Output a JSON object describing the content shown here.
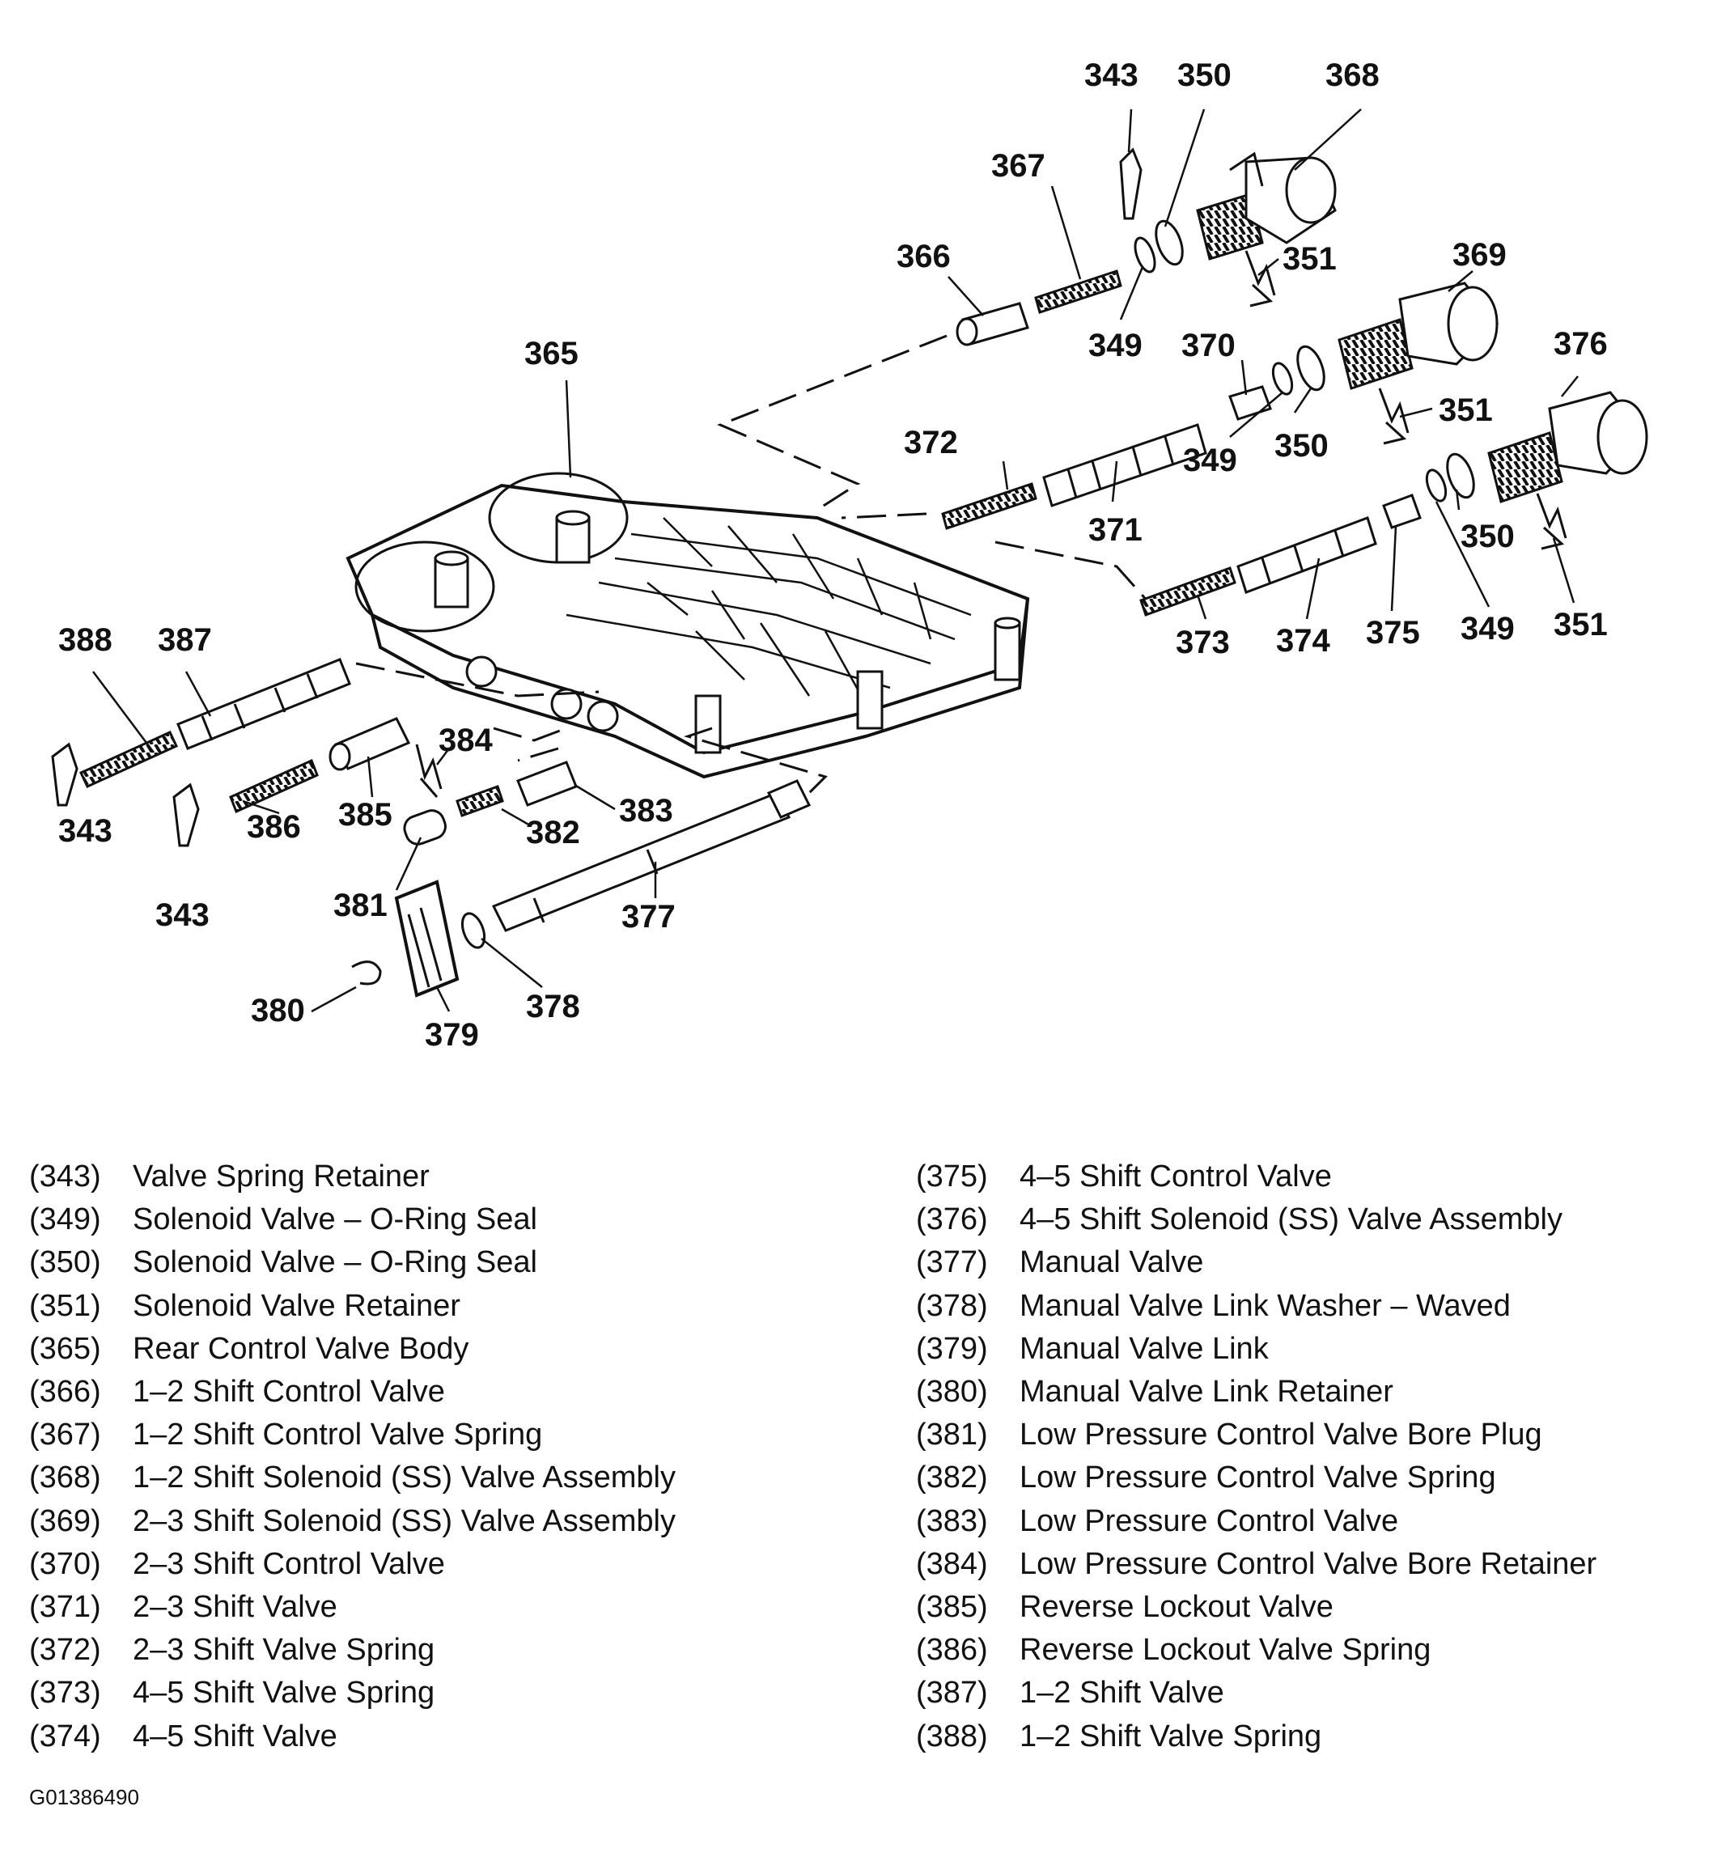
{
  "callouts": {
    "c343a": "343",
    "c350a": "350",
    "c368": "368",
    "c367": "367",
    "c366": "366",
    "c351a": "351",
    "c369": "369",
    "c349a": "349",
    "c370": "370",
    "c365": "365",
    "c376": "376",
    "c351b": "351",
    "c372": "372",
    "c349b": "349",
    "c350b": "350",
    "c371": "371",
    "c350c": "350",
    "c388": "388",
    "c387": "387",
    "c373": "373",
    "c374": "374",
    "c375": "375",
    "c349c": "349",
    "c351c": "351",
    "c384": "384",
    "c383": "383",
    "c343b": "343",
    "c386": "386",
    "c385": "385",
    "c382": "382",
    "c343c": "343",
    "c381": "381",
    "c377": "377",
    "c378": "378",
    "c380": "380",
    "c379": "379"
  },
  "legend": {
    "left": [
      {
        "num": "(343)",
        "desc": "Valve Spring Retainer"
      },
      {
        "num": "(349)",
        "desc": "Solenoid Valve – O-Ring Seal"
      },
      {
        "num": "(350)",
        "desc": "Solenoid Valve – O-Ring Seal"
      },
      {
        "num": "(351)",
        "desc": "Solenoid Valve Retainer"
      },
      {
        "num": "(365)",
        "desc": "Rear Control Valve Body"
      },
      {
        "num": "(366)",
        "desc": "1–2 Shift Control Valve"
      },
      {
        "num": "(367)",
        "desc": "1–2 Shift Control Valve Spring"
      },
      {
        "num": "(368)",
        "desc": "1–2 Shift Solenoid (SS) Valve Assembly"
      },
      {
        "num": "(369)",
        "desc": "2–3 Shift Solenoid (SS) Valve Assembly"
      },
      {
        "num": "(370)",
        "desc": "2–3 Shift Control Valve"
      },
      {
        "num": "(371)",
        "desc": "2–3 Shift Valve"
      },
      {
        "num": "(372)",
        "desc": "2–3 Shift Valve Spring"
      },
      {
        "num": "(373)",
        "desc": "4–5 Shift Valve Spring"
      },
      {
        "num": "(374)",
        "desc": "4–5 Shift Valve"
      }
    ],
    "right": [
      {
        "num": "(375)",
        "desc": "4–5 Shift Control Valve"
      },
      {
        "num": "(376)",
        "desc": "4–5 Shift Solenoid (SS) Valve Assembly"
      },
      {
        "num": "(377)",
        "desc": "Manual Valve"
      },
      {
        "num": "(378)",
        "desc": "Manual Valve Link Washer – Waved"
      },
      {
        "num": "(379)",
        "desc": "Manual Valve Link"
      },
      {
        "num": "(380)",
        "desc": "Manual Valve Link Retainer"
      },
      {
        "num": "(381)",
        "desc": "Low Pressure Control Valve Bore Plug"
      },
      {
        "num": "(382)",
        "desc": "Low Pressure Control Valve Spring"
      },
      {
        "num": "(383)",
        "desc": "Low Pressure Control Valve"
      },
      {
        "num": "(384)",
        "desc": "Low Pressure Control Valve Bore Retainer"
      },
      {
        "num": "(385)",
        "desc": "Reverse Lockout Valve"
      },
      {
        "num": "(386)",
        "desc": "Reverse Lockout Valve Spring"
      },
      {
        "num": "(387)",
        "desc": "1–2 Shift Valve"
      },
      {
        "num": "(388)",
        "desc": "1–2 Shift Valve Spring"
      }
    ]
  },
  "figure_id": "G01386490"
}
